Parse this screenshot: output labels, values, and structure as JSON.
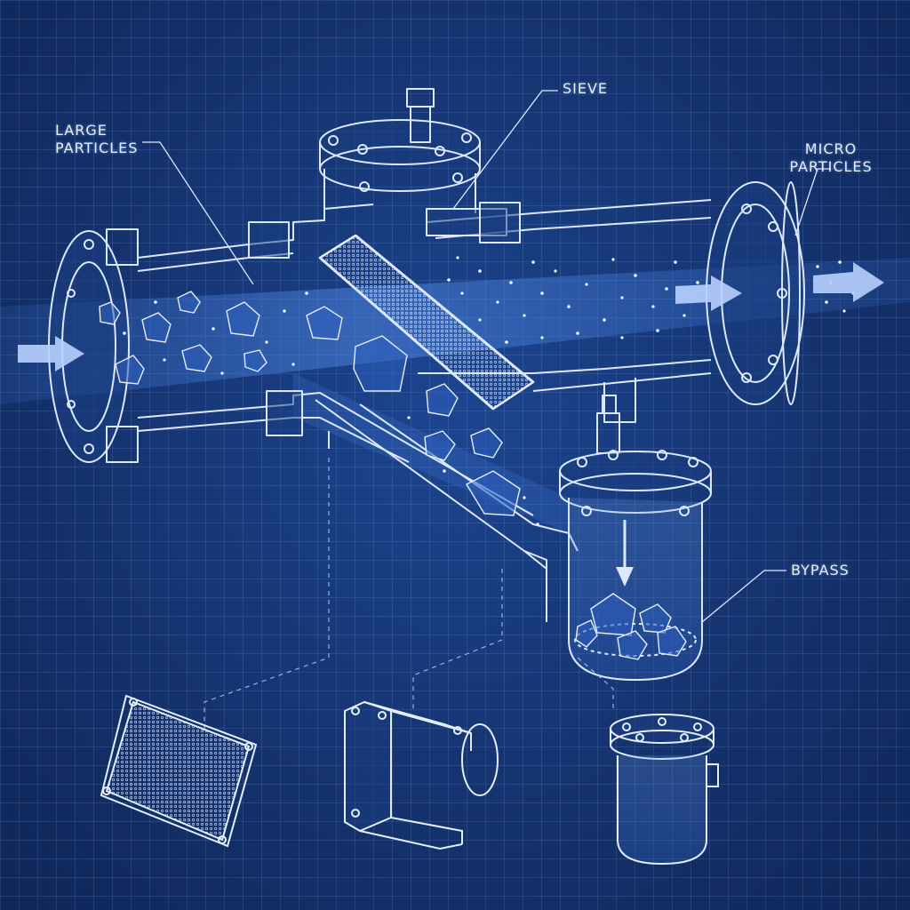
{
  "labels": {
    "large_particles": [
      "LARGE",
      "PARTICLES"
    ],
    "sieve": "SIEVE",
    "micro_particles": [
      "MICRO",
      "PARTICLES"
    ],
    "bypass": "BYPASS"
  },
  "colors": {
    "background": "#15336f",
    "grid": "#82aaeb",
    "line": "#dce8ff",
    "flow": "#4f86e0",
    "arrow": "#9cc0ff"
  },
  "icons": [
    "flow-arrow-icon",
    "down-arrow-icon"
  ]
}
